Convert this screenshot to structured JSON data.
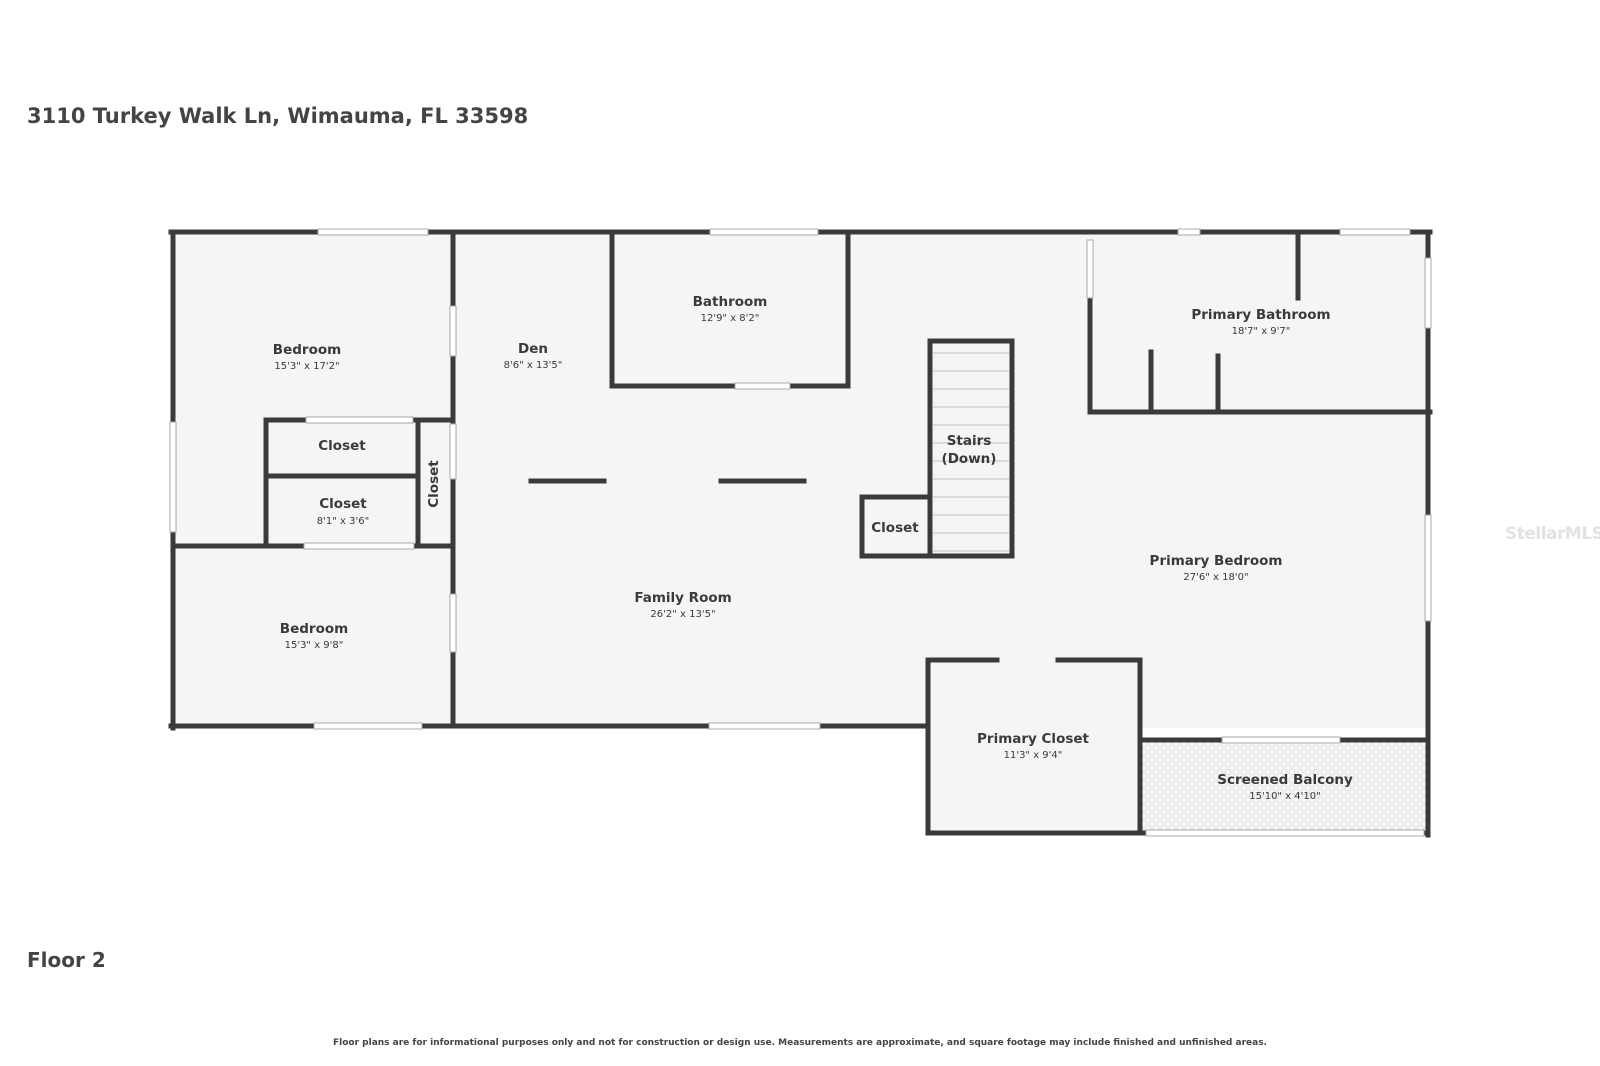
{
  "address": "3110 Turkey Walk Ln, Wimauma, FL 33598",
  "floor_label": "Floor 2",
  "disclaimer": "Floor plans are for informational purposes only and not for construction or design use. Measurements are approximate, and square footage may include finished and unfinished areas.",
  "watermark": "StellarMLS",
  "colors": {
    "wall": "#3a3a3a",
    "floor": "#f5f5f5",
    "window": "#ffffff",
    "text": "#333333"
  },
  "rooms": {
    "bedroom1": {
      "name": "Bedroom",
      "dims": "15'3\" x 17'2\""
    },
    "den": {
      "name": "Den",
      "dims": "8'6\" x 13'5\""
    },
    "bathroom": {
      "name": "Bathroom",
      "dims": "12'9\" x 8'2\""
    },
    "primary_bathroom": {
      "name": "Primary Bathroom",
      "dims": "18'7\" x 9'7\""
    },
    "closet1": {
      "name": "Closet"
    },
    "closet2": {
      "name": "Closet",
      "dims": "8'1\" x 3'6\""
    },
    "closet_vertical": {
      "name": "Closet"
    },
    "stairs_line1": "Stairs",
    "stairs_line2": "(Down)",
    "closet_stairs": {
      "name": "Closet"
    },
    "primary_bedroom": {
      "name": "Primary Bedroom",
      "dims": "27'6\" x 18'0\""
    },
    "family_room": {
      "name": "Family Room",
      "dims": "26'2\" x 13'5\""
    },
    "bedroom2": {
      "name": "Bedroom",
      "dims": "15'3\" x 9'8\""
    },
    "primary_closet": {
      "name": "Primary Closet",
      "dims": "11'3\" x 9'4\""
    },
    "screened_balcony": {
      "name": "Screened Balcony",
      "dims": "15'10\" x 4'10\""
    }
  }
}
